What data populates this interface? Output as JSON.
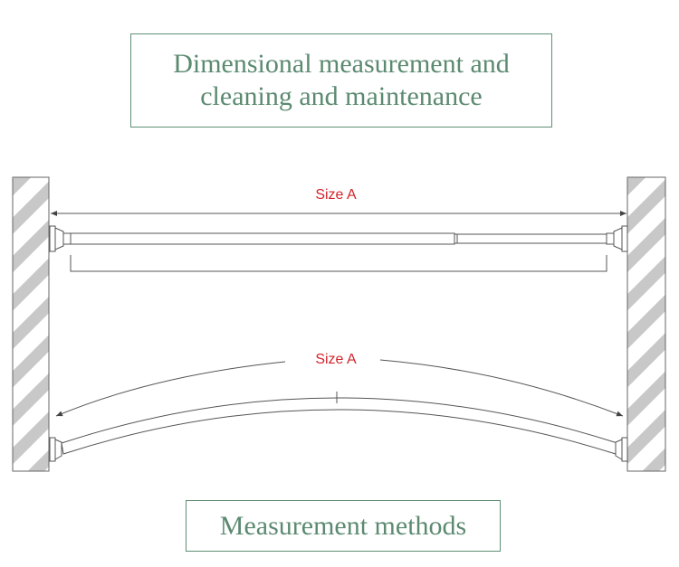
{
  "title": {
    "line1": "Dimensional measurement and",
    "line2": "cleaning and maintenance"
  },
  "diagram": {
    "straight_rod_label": "Size A",
    "curved_rod_label": "Size A"
  },
  "footer": {
    "label": "Measurement methods"
  },
  "colors": {
    "title_text": "#5b8a70",
    "box_border": "#5f8f75",
    "dimension_label": "#d4232a",
    "line": "#555555"
  }
}
